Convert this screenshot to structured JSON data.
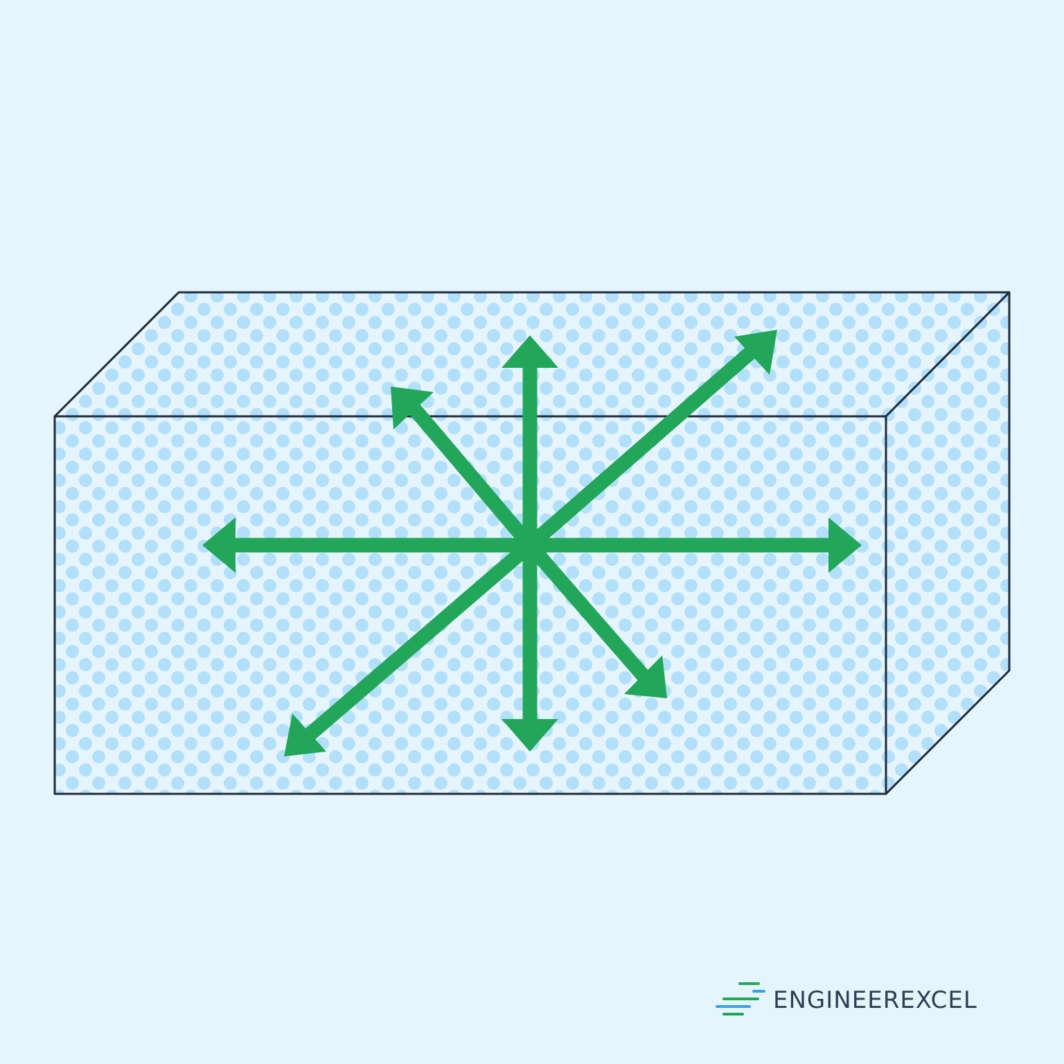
{
  "colors": {
    "background": "#e6f5fd",
    "dot": "#b2e0fb",
    "outline": "#1f2a3a",
    "arrow": "#22a65a",
    "logo_dark": "#2f3e55",
    "logo_blue": "#3aa0e8",
    "logo_green": "#22a65a"
  },
  "diagram": {
    "shape": "rectangular-prism",
    "fill_pattern": "dots",
    "arrow_count": 8,
    "arrow_directions": [
      "up",
      "down",
      "left",
      "right",
      "up-left",
      "up-right",
      "down-left",
      "down-right"
    ]
  },
  "logo": {
    "icon": "speed-lines-icon",
    "text_part1": "ENGINEER",
    "text_part2": "EXCEL"
  }
}
